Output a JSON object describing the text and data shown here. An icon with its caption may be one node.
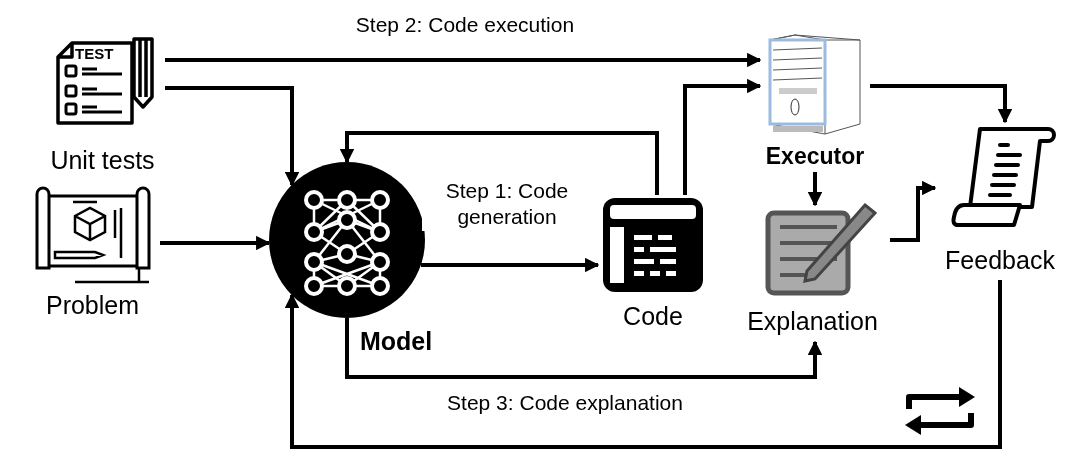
{
  "diagram": {
    "nodes": [
      {
        "text": [
          "TEST",
          "Unit tests"
        ]
      },
      {
        "text": [
          "Problem"
        ]
      },
      {
        "text": [
          "Model"
        ]
      },
      {
        "text": [
          "Code"
        ]
      },
      {
        "text": [
          "Executor"
        ]
      },
      {
        "text": [
          "Explanation"
        ]
      },
      {
        "text": [
          "Feedback"
        ]
      }
    ],
    "edges": [
      {
        "from": 0,
        "to": 4,
        "arrow": "to",
        "label": "Step 2: Code execution"
      },
      {
        "from": 0,
        "to": 2,
        "arrow": "to"
      },
      {
        "from": 1,
        "to": 2,
        "arrow": "to"
      },
      {
        "from": 2,
        "to": 3,
        "arrow": "to",
        "label": "Step 1: Code generation"
      },
      {
        "from": 3,
        "to": 2,
        "arrow": "to"
      },
      {
        "from": 3,
        "to": 4,
        "arrow": "to"
      },
      {
        "from": 4,
        "to": 6,
        "arrow": "to"
      },
      {
        "from": 4,
        "to": 5,
        "arrow": "to"
      },
      {
        "from": 5,
        "to": 6,
        "arrow": "to"
      },
      {
        "from": 2,
        "to": 5,
        "arrow": "to",
        "label": "Step 3: Code explanation"
      },
      {
        "from": 6,
        "to": 2,
        "arrow": "to"
      }
    ]
  }
}
